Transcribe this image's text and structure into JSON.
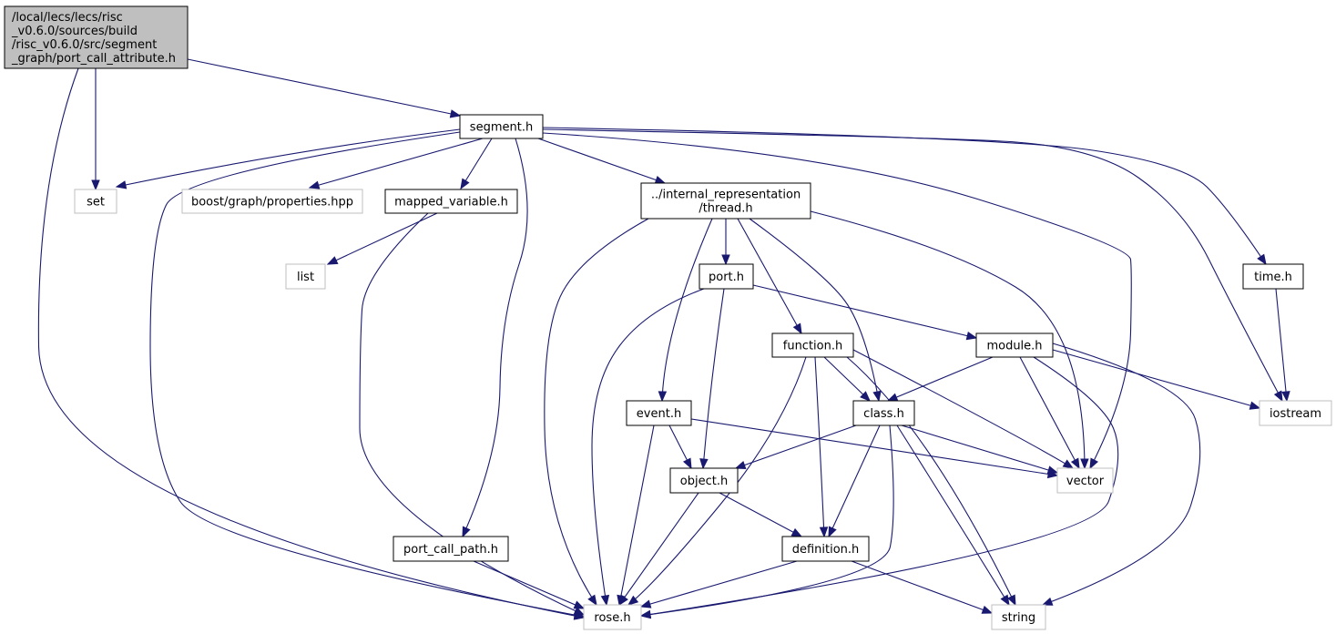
{
  "colors": {
    "edge": "#191970",
    "root_fill": "#bfbfbf",
    "root_border": "#000000",
    "documented_border": "#000000",
    "external_border": "#bfbfbf",
    "external_text": "#000000",
    "background": "#ffffff"
  },
  "graph": {
    "nodes": [
      {
        "id": "root",
        "kind": "root",
        "lines": [
          "/local/lecs/lecs/risc",
          "_v0.6.0/sources/build",
          "/risc_v0.6.0/src/segment",
          "_graph/port_call_attribute.h"
        ]
      },
      {
        "id": "segment",
        "kind": "documented",
        "lines": [
          "segment.h"
        ]
      },
      {
        "id": "set",
        "kind": "external",
        "lines": [
          "set"
        ]
      },
      {
        "id": "boost",
        "kind": "external",
        "lines": [
          "boost/graph/properties.hpp"
        ]
      },
      {
        "id": "mapped",
        "kind": "documented",
        "lines": [
          "mapped_variable.h"
        ]
      },
      {
        "id": "thread",
        "kind": "documented",
        "lines": [
          "../internal_representation",
          "/thread.h"
        ]
      },
      {
        "id": "time",
        "kind": "documented",
        "lines": [
          "time.h"
        ]
      },
      {
        "id": "list",
        "kind": "external",
        "lines": [
          "list"
        ]
      },
      {
        "id": "port",
        "kind": "documented",
        "lines": [
          "port.h"
        ]
      },
      {
        "id": "function",
        "kind": "documented",
        "lines": [
          "function.h"
        ]
      },
      {
        "id": "module",
        "kind": "documented",
        "lines": [
          "module.h"
        ]
      },
      {
        "id": "iostream",
        "kind": "external",
        "lines": [
          "iostream"
        ]
      },
      {
        "id": "event",
        "kind": "documented",
        "lines": [
          "event.h"
        ]
      },
      {
        "id": "class",
        "kind": "documented",
        "lines": [
          "class.h"
        ]
      },
      {
        "id": "object",
        "kind": "documented",
        "lines": [
          "object.h"
        ]
      },
      {
        "id": "vector",
        "kind": "external",
        "lines": [
          "vector"
        ]
      },
      {
        "id": "portcallpath",
        "kind": "documented",
        "lines": [
          "port_call_path.h"
        ]
      },
      {
        "id": "definition",
        "kind": "documented",
        "lines": [
          "definition.h"
        ]
      },
      {
        "id": "rose",
        "kind": "external",
        "lines": [
          "rose.h"
        ]
      },
      {
        "id": "string",
        "kind": "external",
        "lines": [
          "string"
        ]
      }
    ],
    "edges": [
      [
        "root",
        "segment"
      ],
      [
        "root",
        "set"
      ],
      [
        "root",
        "rose"
      ],
      [
        "segment",
        "set"
      ],
      [
        "segment",
        "rose"
      ],
      [
        "segment",
        "boost"
      ],
      [
        "segment",
        "mapped"
      ],
      [
        "segment",
        "portcallpath"
      ],
      [
        "segment",
        "thread"
      ],
      [
        "segment",
        "vector"
      ],
      [
        "segment",
        "iostream"
      ],
      [
        "segment",
        "time"
      ],
      [
        "mapped",
        "list"
      ],
      [
        "mapped",
        "rose"
      ],
      [
        "thread",
        "rose"
      ],
      [
        "thread",
        "event"
      ],
      [
        "thread",
        "port"
      ],
      [
        "thread",
        "function"
      ],
      [
        "thread",
        "class"
      ],
      [
        "thread",
        "vector"
      ],
      [
        "time",
        "iostream"
      ],
      [
        "port",
        "rose"
      ],
      [
        "port",
        "object"
      ],
      [
        "port",
        "module"
      ],
      [
        "function",
        "rose"
      ],
      [
        "function",
        "class"
      ],
      [
        "function",
        "definition"
      ],
      [
        "function",
        "vector"
      ],
      [
        "function",
        "string"
      ],
      [
        "module",
        "class"
      ],
      [
        "module",
        "vector"
      ],
      [
        "module",
        "rose"
      ],
      [
        "module",
        "iostream"
      ],
      [
        "module",
        "string"
      ],
      [
        "event",
        "object"
      ],
      [
        "event",
        "rose"
      ],
      [
        "event",
        "vector"
      ],
      [
        "class",
        "object"
      ],
      [
        "class",
        "definition"
      ],
      [
        "class",
        "rose"
      ],
      [
        "class",
        "vector"
      ],
      [
        "class",
        "string"
      ],
      [
        "object",
        "definition"
      ],
      [
        "object",
        "rose"
      ],
      [
        "portcallpath",
        "rose"
      ],
      [
        "definition",
        "rose"
      ],
      [
        "definition",
        "string"
      ]
    ]
  }
}
